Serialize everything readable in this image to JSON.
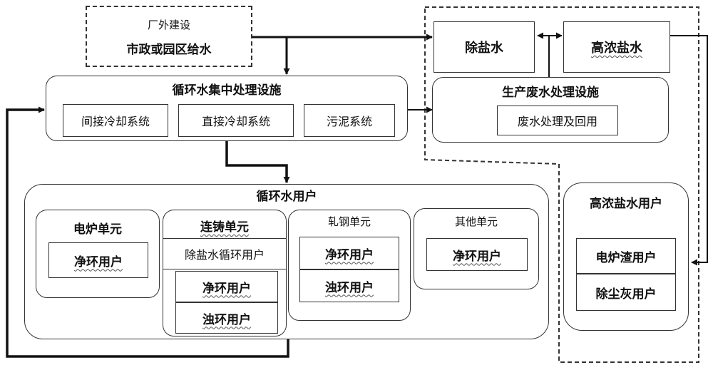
{
  "external": {
    "title": "厂外建设",
    "supply": "市政或园区给水"
  },
  "desalted_water": "除盐水",
  "high_salt_water": "高浓盐水",
  "circ_facility": {
    "title": "循环水集中处理设施",
    "items": [
      "间接冷却系统",
      "直接冷却系统",
      "污泥系统"
    ]
  },
  "wastewater_facility": {
    "title": "生产废水处理设施",
    "item": "废水处理及回用"
  },
  "circ_users": {
    "title": "循环水用户",
    "electric_furnace": {
      "title": "电炉单元",
      "items": [
        "净环用户"
      ]
    },
    "casting": {
      "title": "连铸单元",
      "items": [
        "除盐水循环用户",
        "净环用户",
        "浊环用户"
      ]
    },
    "rolling": {
      "title": "轧钢单元",
      "items": [
        "净环用户",
        "浊环用户"
      ]
    },
    "other": {
      "title": "其他单元",
      "items": [
        "净环用户"
      ]
    }
  },
  "high_salt_users": {
    "title": "高浓盐水用户",
    "items": [
      "电炉渣用户",
      "除尘灰用户"
    ]
  }
}
